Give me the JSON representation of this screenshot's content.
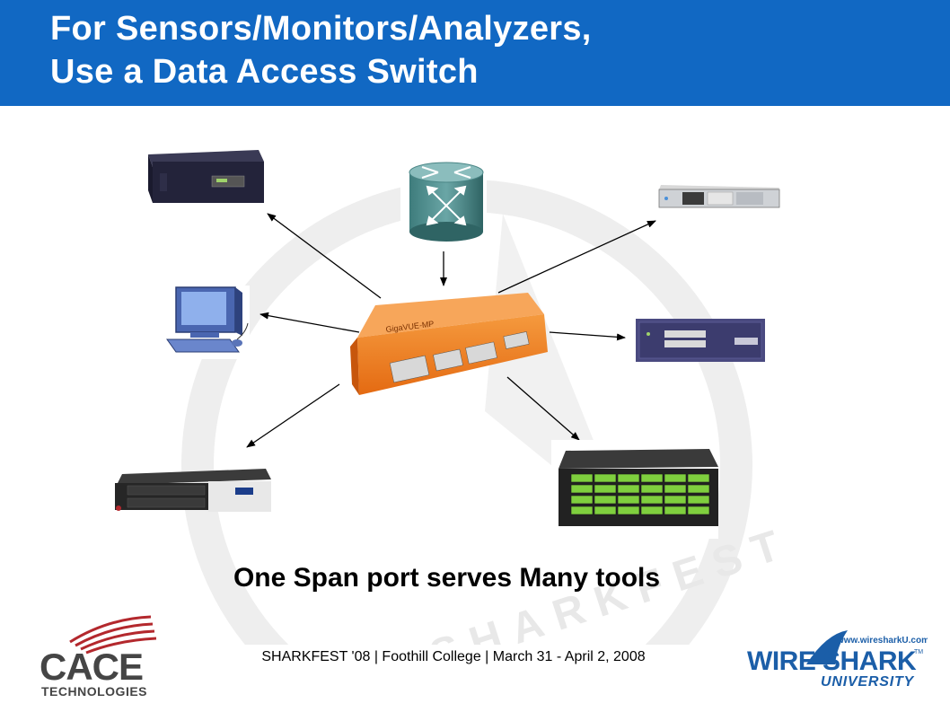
{
  "slide": {
    "title_line1": "For Sensors/Monitors/Analyzers,",
    "title_line2": "Use a Data Access Switch",
    "subtitle": "One Span port serves Many tools",
    "footer": "SHARKFEST '08  |  Foothill College  |  March 31 - April 2, 2008"
  },
  "watermark": {
    "text": "SHARKFEST"
  },
  "logos": {
    "cace_name": "CACE",
    "cace_tagline": "TECHNOLOGIES",
    "ws_url": "www.wiresharkU.com",
    "ws_name_part1": "WIRE",
    "ws_name_part2": "SHARK",
    "ws_tm": "TM",
    "ws_university": "UNIVERSITY"
  },
  "devices": {
    "switch_brand": "GigaVUE-MP"
  },
  "colors": {
    "header_blue": "#1168c3",
    "switch_orange": "#f07a1a",
    "cace_red": "#b3282d",
    "ws_blue": "#1b5ea8",
    "ws_green": "#6aa84f"
  }
}
